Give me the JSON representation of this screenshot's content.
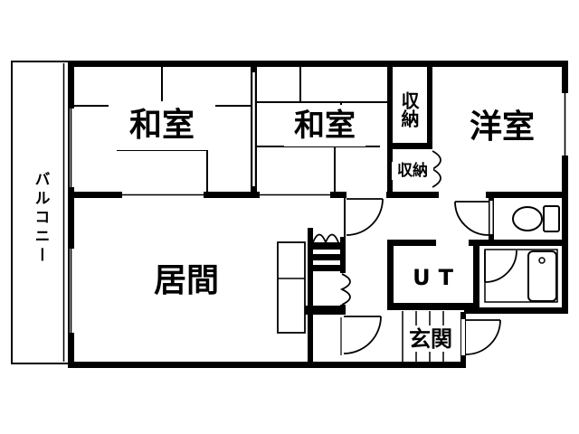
{
  "title": "apartment floor plan",
  "colors": {
    "line": "#000000",
    "background": "#ffffff"
  },
  "rooms": {
    "balcony": "バルコニー",
    "washitsu_left": "和室",
    "washitsu_center": "和室",
    "closet_upper": "収納",
    "closet_lower": "収納",
    "western_room": "洋室",
    "living_room": "居間",
    "utility": "UT",
    "entrance": "玄関"
  }
}
